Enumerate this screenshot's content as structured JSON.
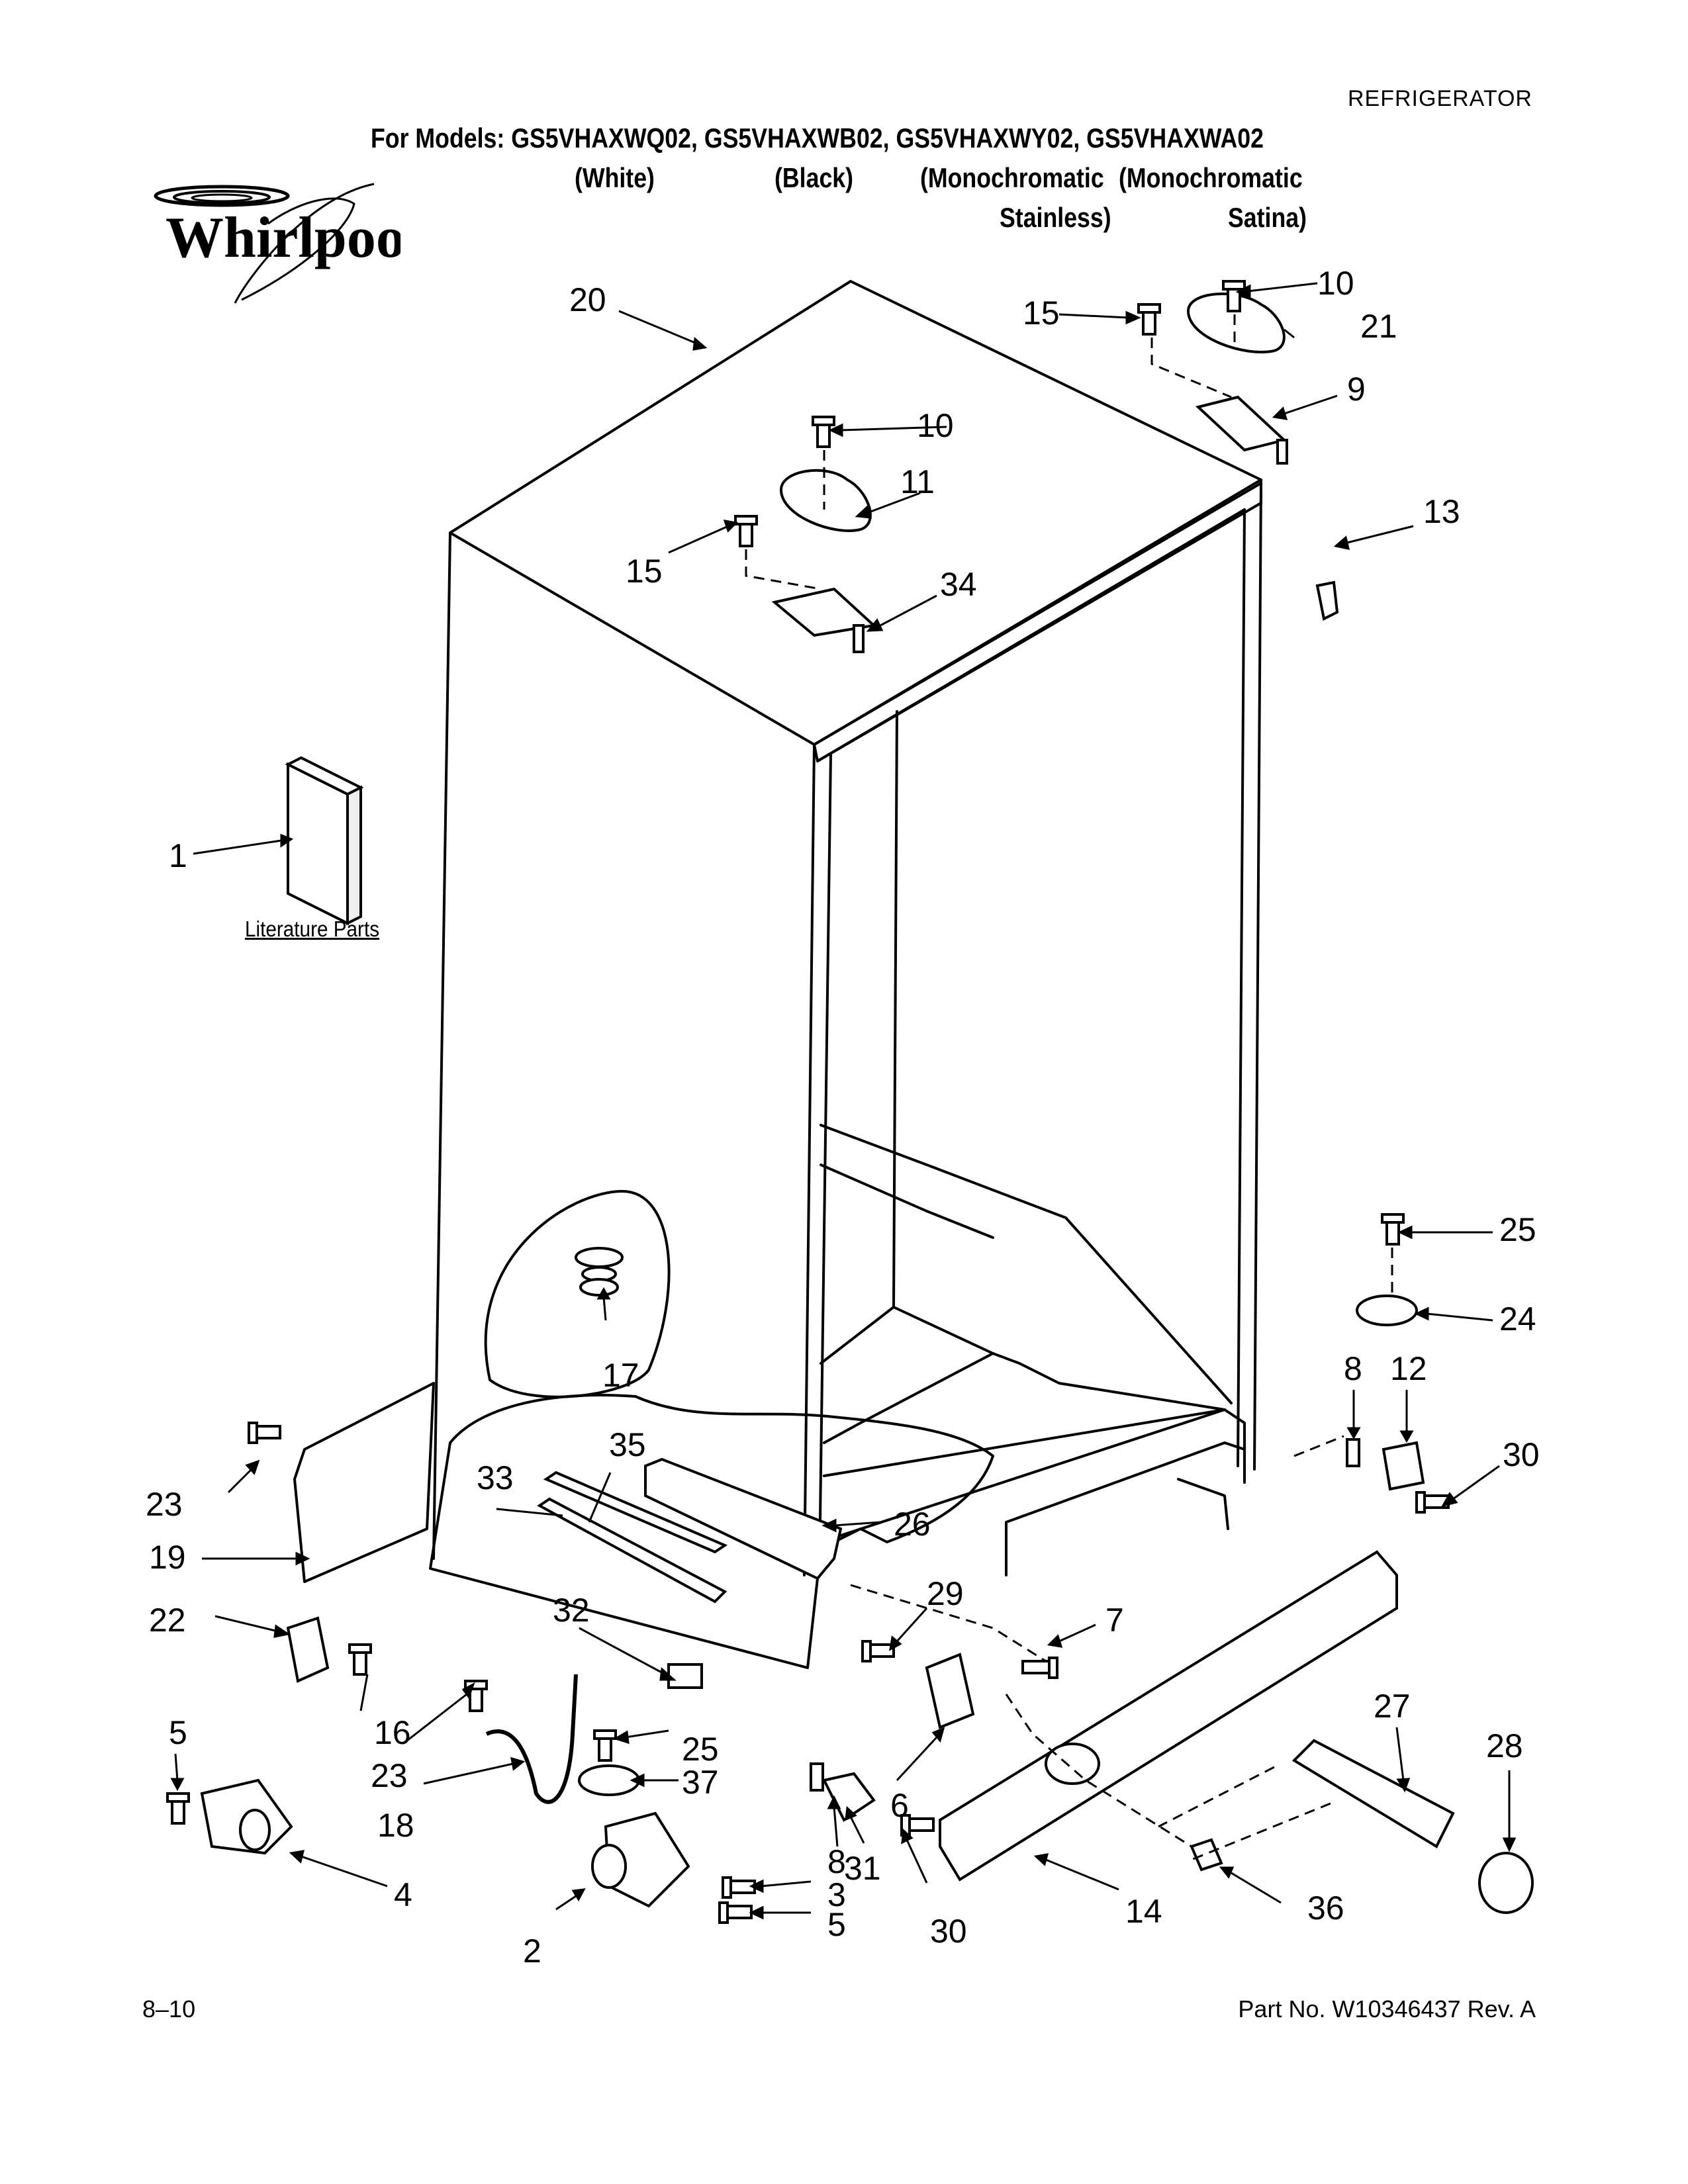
{
  "header": {
    "category": "REFRIGERATOR",
    "models_line": "For Models: GS5VHAXWQ02, GS5VHAXWB02, GS5VHAXWY02, GS5VHAXWA02",
    "variants": {
      "white": "(White)",
      "black": "(Black)",
      "mono_stainless_1": "(Monochromatic",
      "mono_stainless_2": "Stainless)",
      "mono_satina_1": "(Monochromatic",
      "mono_satina_2": "Satina)"
    }
  },
  "brand": {
    "logo_text": "Whirlpool"
  },
  "literature_label": "Literature Parts",
  "callouts": {
    "c1": "1",
    "c2": "2",
    "c3": "3",
    "c4": "4",
    "c5a": "5",
    "c5b": "5",
    "c6": "6",
    "c7": "7",
    "c8a": "8",
    "c8b": "8",
    "c9": "9",
    "c10a": "10",
    "c10b": "10",
    "c11": "11",
    "c12": "12",
    "c13": "13",
    "c14": "14",
    "c15a": "15",
    "c15b": "15",
    "c16": "16",
    "c17": "17",
    "c18": "18",
    "c19": "19",
    "c20": "20",
    "c21": "21",
    "c22": "22",
    "c23a": "23",
    "c23b": "23",
    "c24": "24",
    "c25a": "25",
    "c25b": "25",
    "c26": "26",
    "c27": "27",
    "c28": "28",
    "c29": "29",
    "c30a": "30",
    "c30b": "30",
    "c31": "31",
    "c32": "32",
    "c33": "33",
    "c34": "34",
    "c35": "35",
    "c36": "36",
    "c37": "37"
  },
  "footer": {
    "page": "8–10",
    "part_number": "Part No. W10346437 Rev. A"
  }
}
